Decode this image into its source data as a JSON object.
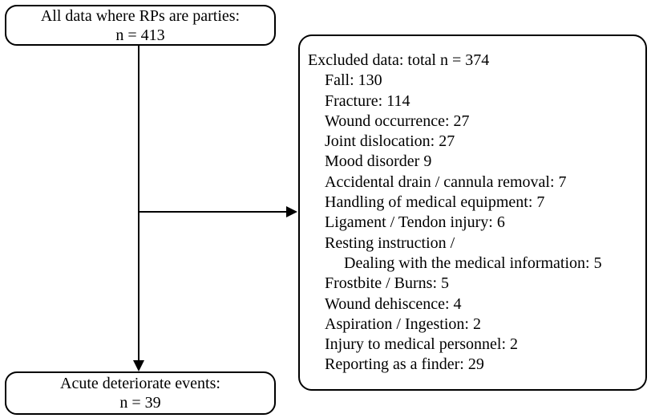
{
  "diagram": {
    "type": "flowchart",
    "boxes": {
      "all_data": {
        "line1": "All data where RPs are parties:",
        "line2": "n = 413"
      },
      "excluded": {
        "title": "Excluded data: total n = 374",
        "items": [
          "Fall: 130",
          "Fracture: 114",
          "Wound occurrence: 27",
          "Joint dislocation: 27",
          "Mood disorder 9",
          "Accidental drain / cannula removal: 7",
          "Handling of medical equipment: 7",
          "Ligament / Tendon injury: 6",
          "Resting instruction /",
          "Dealing with the medical information: 5",
          "Frostbite / Burns: 5",
          "Wound dehiscence: 4",
          "Aspiration / Ingestion: 2",
          "Injury to medical personnel: 2",
          "Reporting as a finder: 29"
        ]
      },
      "acute": {
        "line1": "Acute deteriorate events:",
        "line2": "n = 39"
      }
    },
    "colors": {
      "line": "#000000",
      "background": "#ffffff",
      "text": "#000000"
    }
  }
}
